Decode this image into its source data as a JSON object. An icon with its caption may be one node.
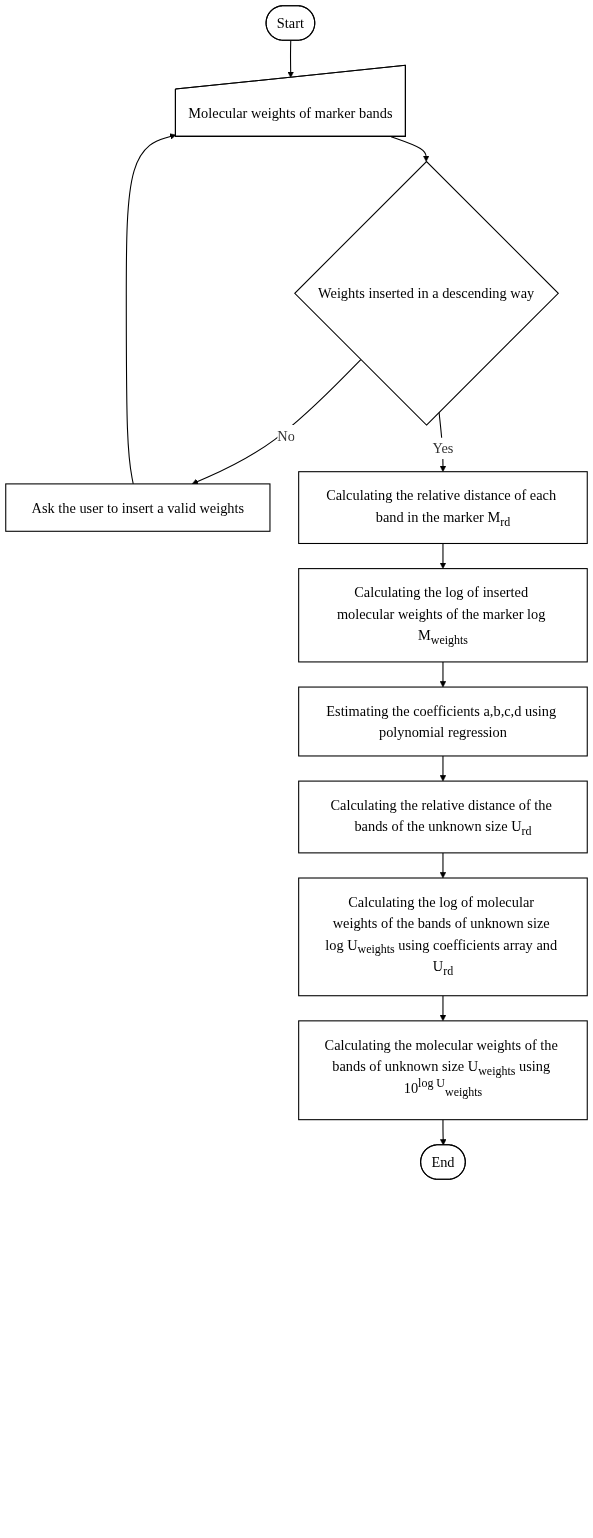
{
  "diagram": {
    "nodes": [
      {
        "text": [
          "Start"
        ]
      },
      {
        "text": [
          "Molecular weights of marker bands"
        ]
      },
      {
        "text": [
          "Weights inserted in a descending way"
        ]
      },
      {
        "text": [
          "Ask the user to insert a valid weights"
        ]
      },
      {
        "text": [
          "Calculating the relative distance of each band in the marker M$_{rd}$"
        ]
      },
      {
        "text": [
          "Calculating the log of inserted molecular weights of the marker log M$_{weights}$"
        ]
      },
      {
        "text": [
          "Estimating the coefficients a,b,c,d using polynomial regression"
        ]
      },
      {
        "text": [
          "Calculating the relative distance of the bands of the unknown size U$_{rd}$"
        ]
      },
      {
        "text": [
          "Calculating the log of molecular weights of the bands of unknown size log U$_{weights}$ using coefficients array and U$_{rd}$"
        ]
      },
      {
        "text": [
          "Calculating the molecular weights of the bands of unknown size U$_{weights}$ using 10$^{log U}$$_{weights}$"
        ]
      },
      {
        "text": [
          "End"
        ]
      }
    ],
    "edges": [
      {
        "from": 0,
        "to": 1,
        "arrow": "to"
      },
      {
        "from": 1,
        "to": 2,
        "arrow": "to"
      },
      {
        "from": 2,
        "to": 3,
        "arrow": "to",
        "label": "No"
      },
      {
        "from": 3,
        "to": 1,
        "arrow": "to"
      },
      {
        "from": 2,
        "to": 4,
        "arrow": "to",
        "label": "Yes"
      },
      {
        "from": 4,
        "to": 5,
        "arrow": "to"
      },
      {
        "from": 5,
        "to": 6,
        "arrow": "to"
      },
      {
        "from": 6,
        "to": 7,
        "arrow": "to"
      },
      {
        "from": 7,
        "to": 8,
        "arrow": "to"
      },
      {
        "from": 8,
        "to": 9,
        "arrow": "to"
      },
      {
        "from": 9,
        "to": 10,
        "arrow": "to"
      }
    ]
  }
}
